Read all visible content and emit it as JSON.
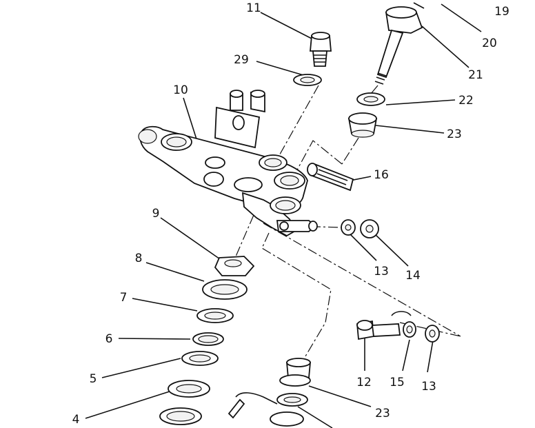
{
  "callouts": [
    {
      "id": "c11",
      "text": "11"
    },
    {
      "id": "c19",
      "text": "19"
    },
    {
      "id": "c20",
      "text": "20"
    },
    {
      "id": "c21",
      "text": "21"
    },
    {
      "id": "c29",
      "text": "29"
    },
    {
      "id": "c10",
      "text": "10"
    },
    {
      "id": "c22",
      "text": "22"
    },
    {
      "id": "c23a",
      "text": "23"
    },
    {
      "id": "c16",
      "text": "16"
    },
    {
      "id": "c9",
      "text": "9"
    },
    {
      "id": "c13a",
      "text": "13"
    },
    {
      "id": "c14",
      "text": "14"
    },
    {
      "id": "c8",
      "text": "8"
    },
    {
      "id": "c7",
      "text": "7"
    },
    {
      "id": "c6",
      "text": "6"
    },
    {
      "id": "c5",
      "text": "5"
    },
    {
      "id": "c4",
      "text": "4"
    },
    {
      "id": "c12",
      "text": "12"
    },
    {
      "id": "c15",
      "text": "15"
    },
    {
      "id": "c13b",
      "text": "13"
    },
    {
      "id": "c23b",
      "text": "23"
    }
  ]
}
